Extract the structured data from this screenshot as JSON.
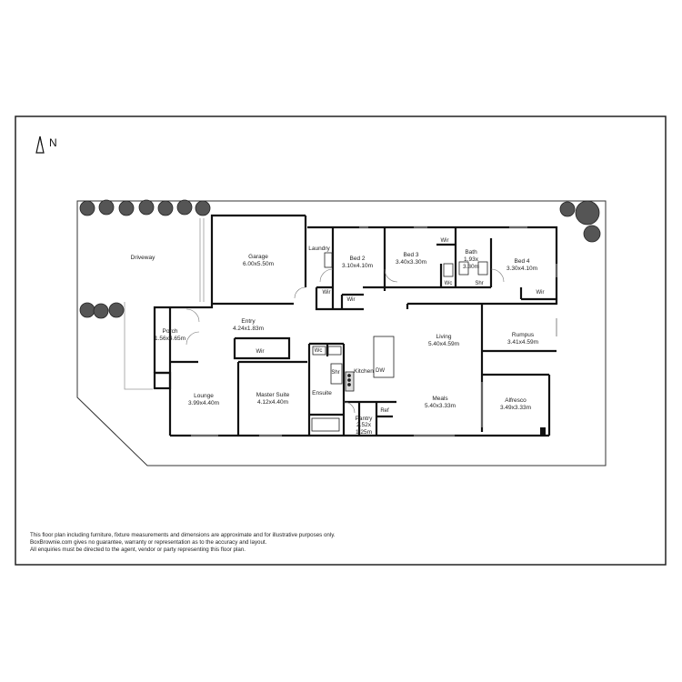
{
  "compass": {
    "north_label": "N"
  },
  "rooms": {
    "driveway": {
      "name": "Driveway"
    },
    "garage": {
      "name": "Garage",
      "size": "6.00x5.50m"
    },
    "laundry": {
      "name": "Laundry"
    },
    "bed2": {
      "name": "Bed 2",
      "size": "3.10x4.10m"
    },
    "bed3": {
      "name": "Bed 3",
      "size": "3.40x3.30m"
    },
    "bath": {
      "name": "Bath",
      "size1": "1.93x",
      "size2": "3.30m"
    },
    "bed4": {
      "name": "Bed 4",
      "size": "3.30x4.10m"
    },
    "porch": {
      "name": "Porch",
      "size": "1.56x4.65m"
    },
    "entry": {
      "name": "Entry",
      "size": "4.24x1.83m"
    },
    "living": {
      "name": "Living",
      "size": "5.40x4.59m"
    },
    "rumpus": {
      "name": "Rumpus",
      "size": "3.41x4.59m"
    },
    "lounge": {
      "name": "Lounge",
      "size": "3.99x4.40m"
    },
    "master": {
      "name": "Master Suite",
      "size": "4.12x4.40m"
    },
    "ensuite": {
      "name": "Ensuite"
    },
    "kitchen": {
      "name": "Kitchen"
    },
    "meals": {
      "name": "Meals",
      "size": "5.40x3.33m"
    },
    "alfresco": {
      "name": "Alfresco",
      "size": "3.49x3.33m"
    },
    "pantry": {
      "name": "Pantry",
      "size1": "2.52x",
      "size2": "1.25m"
    }
  },
  "fixtures": {
    "wir_laundry": "Wir",
    "wir_bed2": "Wir",
    "wir_top": "Wir",
    "wc_bath": "Wc",
    "shr_bath": "Shr",
    "wir_bed4": "Wir",
    "wir_master": "Wir",
    "wc_ensuite": "Wc",
    "shr_ensuite": "Shr",
    "dw": "DW",
    "ref": "Ref"
  },
  "disclaimer": [
    "This floor plan including furniture, fixture measurements and dimensions are approximate and for illustrative purposes only.",
    "BoxBrownie.com gives no guarantee, warranty or representation as to the accuracy and layout.",
    "All enquiries must be directed to the agent, vendor or party representing this floor plan."
  ]
}
